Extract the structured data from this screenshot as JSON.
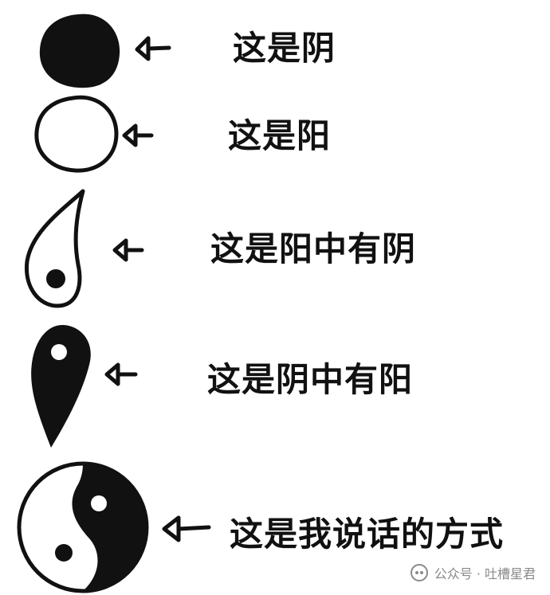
{
  "rows": [
    {
      "text": "这是阴"
    },
    {
      "text": "这是阳"
    },
    {
      "text": "这是阳中有阴"
    },
    {
      "text": "这是阴中有阳"
    },
    {
      "text": "这是我说话的方式"
    }
  ],
  "watermark": {
    "text": "公众号 · 吐槽星君",
    "icon": "wechat-official-account-icon"
  },
  "colors": {
    "ink": "#111111",
    "paper": "#ffffff",
    "watermark": "#8a8a8a"
  }
}
